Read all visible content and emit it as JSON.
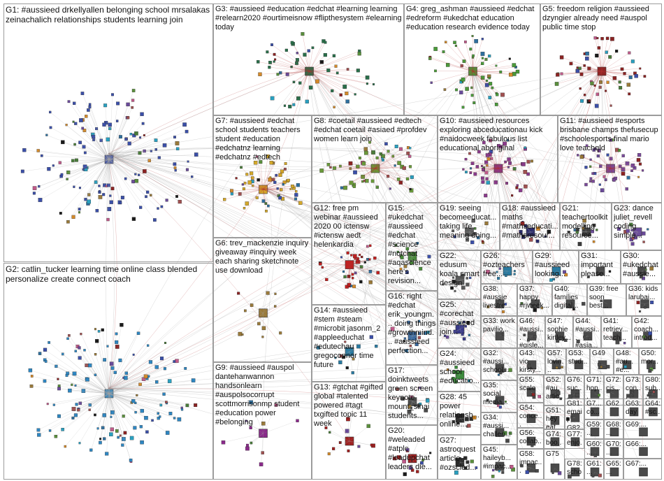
{
  "palette": {
    "edge": "#8c8c8c",
    "edge_highlight": "#b03030",
    "node_colors": [
      "#3b4fa8",
      "#2e6f9e",
      "#1a1a1a",
      "#5a8f3c",
      "#8b2323",
      "#9a7a3a",
      "#c05a8a",
      "#6a4a9a",
      "#d48a2a",
      "#2aa0c0",
      "#4a7d3a",
      "#a05050"
    ]
  },
  "groups": [
    {
      "id": "G1",
      "label": "G1: #aussieed drkellyallen belonging school mrsalakas zeinachalich relationships students learning join",
      "density": "high",
      "node_color": "#3b4fa8"
    },
    {
      "id": "G2",
      "label": "G2: catlin_tucker learning time online class blended personalize create connect coach",
      "density": "high",
      "node_color": "#2e86c1"
    },
    {
      "id": "G3",
      "label": "G3: #aussieed #education #edchat #learning learning #relearn2020 #ourtimeisnow #flipthesystem #elearning today",
      "density": "medium",
      "node_color": "#2a6f4a"
    },
    {
      "id": "G4",
      "label": "G4: greg_ashman #aussieed #edchat #edreform #ukedchat education #education research evidence today",
      "density": "medium",
      "node_color": "#4a9a3a"
    },
    {
      "id": "G5",
      "label": "G5: freedom religion #aussieed dzyngier already need #auspol public time stop",
      "density": "medium",
      "node_color": "#8b2323"
    },
    {
      "id": "G6",
      "label": "G6: trev_mackenzie inquiry giveaway #inquiry week each sharing sketchnote use download",
      "density": "low",
      "node_color": "#9a7a3a"
    },
    {
      "id": "G7",
      "label": "G7: #aussieed #edchat school students teachers student #education #edchatnz learning #edchatnz #edtech",
      "density": "medium",
      "node_color": "#d4a82a"
    },
    {
      "id": "G8",
      "label": "G8: #coetail #aussieed #edtech #edchat coetail #asiaed #profdev women learn join",
      "density": "medium",
      "node_color": "#6a9a3a"
    },
    {
      "id": "G9",
      "label": "G9: #aussieed #auspol dantehanwannon handsonlearn #auspolsocorrupt scottmorrisonmp student #education power #belonging",
      "density": "low",
      "node_color": "#8a2a8a"
    },
    {
      "id": "G10",
      "label": "G10: #aussieed resources exploring abceducationau kick #naidocweek fabulous list educational aboriginal",
      "density": "medium",
      "node_color": "#8a3a8a"
    },
    {
      "id": "G11",
      "label": "G11: #aussieed #esports brisbane champs thefusecup #schoolesports final mario love teachqld",
      "density": "medium",
      "node_color": "#7a4a9a"
    },
    {
      "id": "G12",
      "label": "G12: free pm webinar #aussieed 2020 00 ictensw #ictensw aedt helenkardia",
      "density": "medium",
      "node_color": "#c02020"
    },
    {
      "id": "G13",
      "label": "G13: #gtchat #gifted global #talented powered #tagt txgifted topic 11 week",
      "density": "low",
      "node_color": "#a02020"
    },
    {
      "id": "G14",
      "label": "G14: #aussieed #stem #steam #microbit jasonm_2 #appleeduchat #edutechau gregoconnor time future",
      "density": "low",
      "node_color": "#2a7aa0"
    },
    {
      "id": "G15",
      "label": "G15: #ukedchat #aussieed #edchat #science #nqtchat #aqascience here's revision...",
      "density": "low",
      "node_color": "#4a8a3a"
    },
    {
      "id": "G16",
      "label": "G16: right #edchat erik_youngm... doing things #growthmind... #aussieed perfection...",
      "density": "low",
      "node_color": "#3a6aa0"
    },
    {
      "id": "G17",
      "label": "G17: doinktweets green screen keynote mount_sinai students...",
      "density": "low",
      "node_color": "#4a4a4a"
    },
    {
      "id": "G18",
      "label": "G18: #aussieed maths #mathseducati... #mathsresour...",
      "density": "low",
      "node_color": "#2a2a6a"
    },
    {
      "id": "G19",
      "label": "G19: seeing becomeeducat... taking life meaning doing...",
      "density": "low",
      "node_color": "#5a5a5a"
    },
    {
      "id": "G20",
      "label": "G20: #weleaded #atplc #leadupchat leaders die...",
      "density": "low",
      "node_color": "#a02020"
    },
    {
      "id": "G21",
      "label": "G21: teachertoolkit modelling resource...",
      "density": "low",
      "node_color": "#3a3a3a"
    },
    {
      "id": "G22",
      "label": "G22: edusum koala smart design",
      "density": "low",
      "node_color": "#5a5a5a"
    },
    {
      "id": "G23",
      "label": "G23: dance juliet_revell coding simple...",
      "density": "low",
      "node_color": "#6a4a9a"
    },
    {
      "id": "G24",
      "label": "G24: #aussieed school #educatio...",
      "density": "low",
      "node_color": "#3a8a3a"
    },
    {
      "id": "G25",
      "label": "G25: #corechat #aussieed join...",
      "density": "low",
      "node_color": "#3a3a8a"
    },
    {
      "id": "G26",
      "label": "G26: #ozteachers free...",
      "density": "low",
      "node_color": "#2a7aa0"
    },
    {
      "id": "G27",
      "label": "G27: astroquest article #ozscied...",
      "density": "low",
      "node_color": "#2a2a2a"
    },
    {
      "id": "G28",
      "label": "G28: 45 power relationsh... online...",
      "density": "low",
      "node_color": "#2a2a2a"
    },
    {
      "id": "G29",
      "label": "G29: #aussieed looking...",
      "density": "low",
      "node_color": "#2a7aa0"
    },
    {
      "id": "G30",
      "label": "G30: #ukedchat #aussie...",
      "density": "low",
      "node_color": "#4a4a4a"
    },
    {
      "id": "G31",
      "label": "G31: important please...",
      "density": "low",
      "node_color": "#4a4a4a"
    },
    {
      "id": "G32",
      "label": "G32: #aussi... school...",
      "density": "low",
      "node_color": "#4a4a4a"
    },
    {
      "id": "G33",
      "label": "G33: work pavilio...",
      "density": "low",
      "node_color": "#4a4a4a"
    },
    {
      "id": "G34",
      "label": "G34: #aussi... challen...",
      "density": "low",
      "node_color": "#4a4a4a"
    },
    {
      "id": "G35",
      "label": "G35: social media...",
      "density": "low",
      "node_color": "#4a4a4a"
    },
    {
      "id": "G36",
      "label": "G36: kids larubai...",
      "density": "low",
      "node_color": "#4a4a4a"
    },
    {
      "id": "G37",
      "label": "G37: happy #rjweek...",
      "density": "low",
      "node_color": "#4a4a4a"
    },
    {
      "id": "G38",
      "label": "G38: #aussie livestre...",
      "density": "low",
      "node_color": "#4a4a4a"
    },
    {
      "id": "G39",
      "label": "G39: free soon best...",
      "density": "low",
      "node_color": "#4a4a4a"
    },
    {
      "id": "G40",
      "label": "G40: families digital...",
      "density": "low",
      "node_color": "#4a4a4a"
    },
    {
      "id": "G41",
      "label": "G41: retriev... teach...",
      "density": "low",
      "node_color": "#4a4a4a"
    },
    {
      "id": "G42",
      "label": "G42: coach... introd...",
      "density": "low",
      "node_color": "#4a4a4a"
    },
    {
      "id": "G43",
      "label": "G43: vic kirsty...",
      "density": "low",
      "node_color": "#4a4a4a"
    },
    {
      "id": "G44",
      "label": "G44: #aussi... #asia...",
      "density": "low",
      "node_color": "#4a4a4a"
    },
    {
      "id": "G45",
      "label": "G45: haileyb... #impac...",
      "density": "low",
      "node_color": "#4a4a4a"
    },
    {
      "id": "G46",
      "label": "G46: #aussi... #gisle...",
      "density": "low",
      "node_color": "#4a4a4a"
    },
    {
      "id": "G47",
      "label": "G47: sophie kirtley...",
      "density": "low",
      "node_color": "#4a4a4a"
    },
    {
      "id": "G48",
      "label": "G48: #au... #e...",
      "density": "low",
      "node_color": "#4a4a4a"
    },
    {
      "id": "G49",
      "label": "G49",
      "density": "low",
      "node_color": "#4a4a4a"
    },
    {
      "id": "G50",
      "label": "G50: mor...",
      "density": "low",
      "node_color": "#4a4a4a"
    },
    {
      "id": "G51",
      "label": "G51: hey eat...",
      "density": "low",
      "node_color": "#4a4a4a"
    },
    {
      "id": "G52",
      "label": "G52: #au artic...",
      "density": "low",
      "node_color": "#4a4a4a"
    },
    {
      "id": "G53",
      "label": "G53: stud...",
      "density": "low",
      "node_color": "#4a4a4a"
    },
    {
      "id": "G54",
      "label": "G54: conce...",
      "density": "low",
      "node_color": "#4a4a4a"
    },
    {
      "id": "G55",
      "label": "G55: scale",
      "density": "low",
      "node_color": "#4a4a4a"
    },
    {
      "id": "G56",
      "label": "G56: collab...",
      "density": "low",
      "node_color": "#4a4a4a"
    },
    {
      "id": "G57",
      "label": "G57: lovin...",
      "density": "low",
      "node_color": "#4a4a4a"
    },
    {
      "id": "G58",
      "label": "G58: impac...",
      "density": "low",
      "node_color": "#4a4a4a"
    },
    {
      "id": "G59",
      "label": "G59:...",
      "density": "low",
      "node_color": "#4a4a4a"
    },
    {
      "id": "G60",
      "label": "G60:...",
      "density": "low",
      "node_color": "#4a4a4a"
    },
    {
      "id": "G61",
      "label": "G61:...",
      "density": "low",
      "node_color": "#4a4a4a"
    },
    {
      "id": "G62",
      "label": "G62",
      "density": "low",
      "node_color": "#4a4a4a"
    },
    {
      "id": "G63",
      "label": "G63: day",
      "density": "low",
      "node_color": "#4a4a4a"
    },
    {
      "id": "G64",
      "label": "G64: #sc...",
      "density": "low",
      "node_color": "#4a4a4a"
    },
    {
      "id": "G65",
      "label": "G65:...",
      "density": "low",
      "node_color": "#4a4a4a"
    },
    {
      "id": "G66",
      "label": "G66:...",
      "density": "low",
      "node_color": "#4a4a4a"
    },
    {
      "id": "G67",
      "label": "G67:...",
      "density": "low",
      "node_color": "#4a4a4a"
    },
    {
      "id": "G68",
      "label": "G68:...",
      "density": "low",
      "node_color": "#4a4a4a"
    },
    {
      "id": "G69",
      "label": "G69:...",
      "density": "low",
      "node_color": "#4a4a4a"
    },
    {
      "id": "G70",
      "label": "G70:...",
      "density": "low",
      "node_color": "#4a4a4a"
    },
    {
      "id": "G71",
      "label": "G71: hop...",
      "density": "low",
      "node_color": "#4a4a4a"
    },
    {
      "id": "G72",
      "label": "G72: cis...",
      "density": "low",
      "node_color": "#4a4a4a"
    },
    {
      "id": "G73",
      "label": "G73: con...",
      "density": "low",
      "node_color": "#4a4a4a"
    },
    {
      "id": "G74",
      "label": "G74: boo...",
      "density": "low",
      "node_color": "#4a4a4a"
    },
    {
      "id": "G75",
      "label": "G75",
      "density": "low",
      "node_color": "#4a4a4a"
    },
    {
      "id": "G76",
      "label": "G76: suc...",
      "density": "low",
      "node_color": "#4a4a4a"
    },
    {
      "id": "G77",
      "label": "G77: enjo...",
      "density": "low",
      "node_color": "#4a4a4a"
    },
    {
      "id": "G78",
      "label": "G78: scho...",
      "density": "low",
      "node_color": "#4a4a4a"
    },
    {
      "id": "G79",
      "label": "G7... co...",
      "density": "low",
      "node_color": "#4a4a4a"
    },
    {
      "id": "G80",
      "label": "G80: sub...",
      "density": "low",
      "node_color": "#4a4a4a"
    },
    {
      "id": "G81",
      "label": "G81: email G82",
      "density": "low",
      "node_color": "#4a4a4a"
    }
  ]
}
